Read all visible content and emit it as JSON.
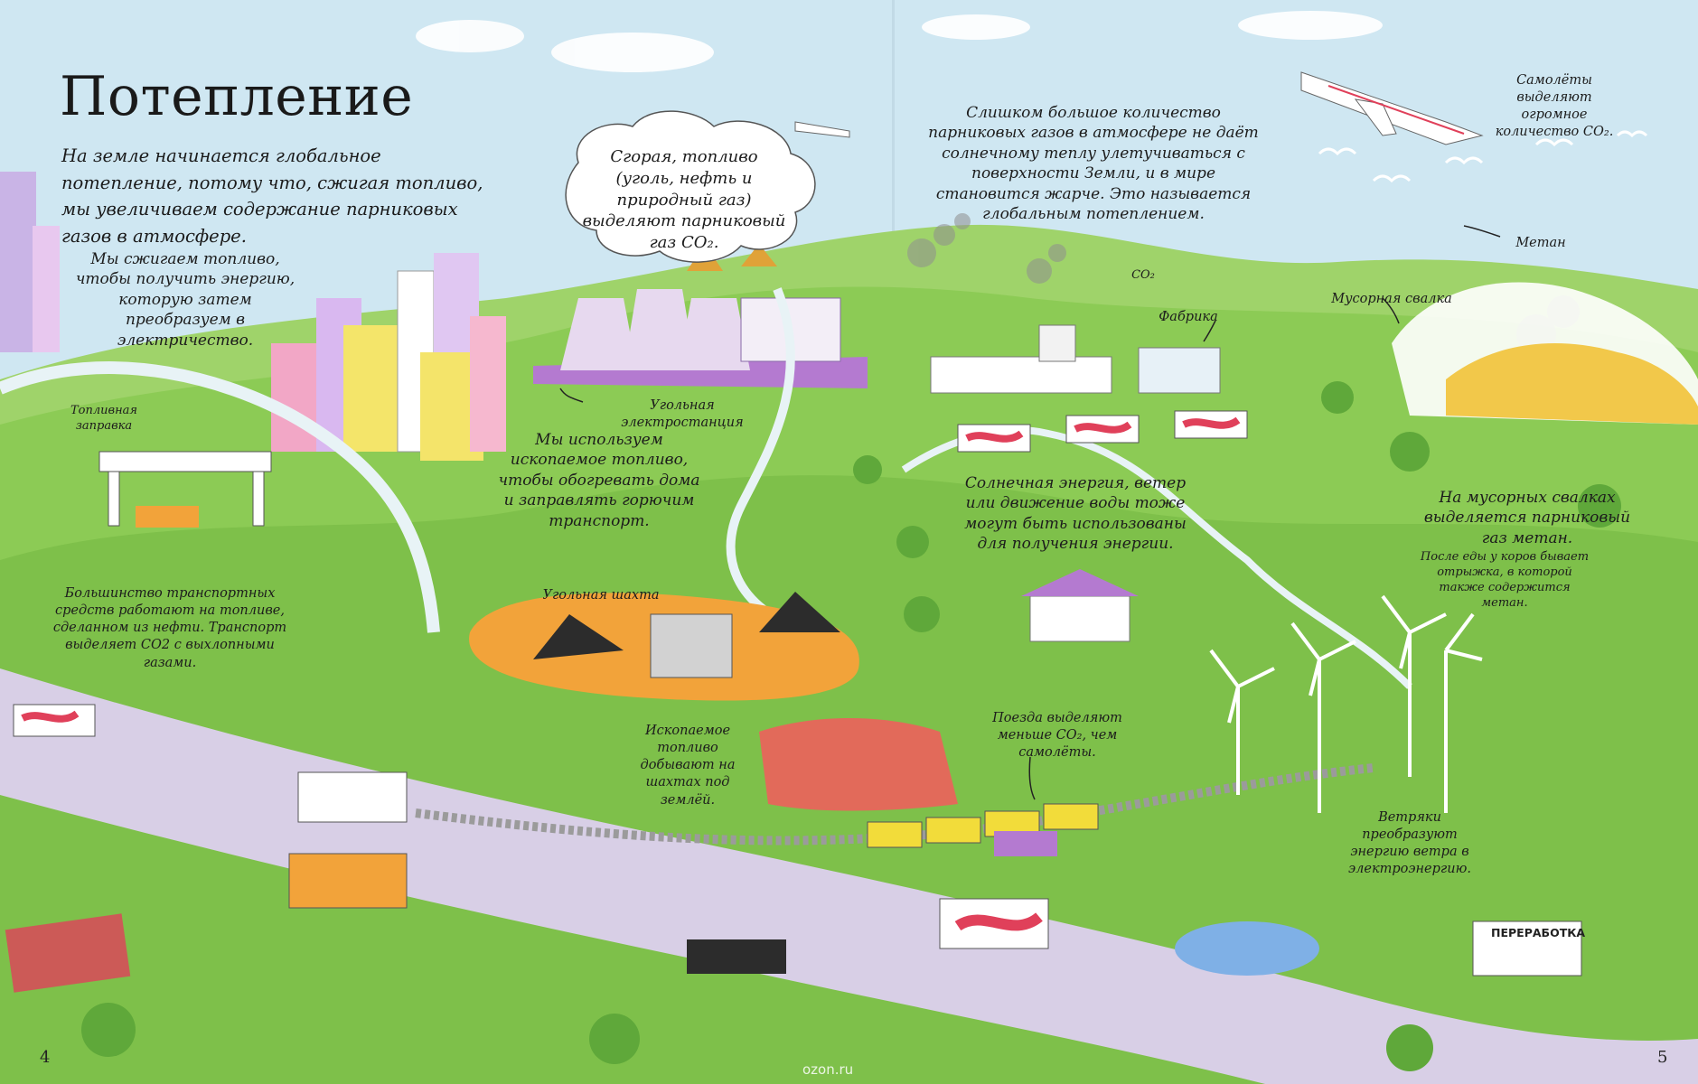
{
  "page": {
    "title": "Потепление",
    "intro": "На земле начинается глобальное потепление, потому что, сжигая топливо, мы увеличиваем содержание парниковых газов в атмосфере.",
    "page_left": "4",
    "page_right": "5",
    "watermark": "ozon.ru"
  },
  "labels": {
    "fuel_energy": "Мы сжигаем топливо, чтобы получить энергию, которую затем преобразуем в электричество.",
    "cloud_co2": "Сгорая, топливо (уголь, нефть и природный газ) выделяют парниковый газ CO₂.",
    "greenhouse": "Слишком большое количество парниковых газов в атмосфере не даёт солнечному теплу улетучиваться с поверхности Земли, и в мире становится жарче. Это называется глобальным потеплением.",
    "planes_co2": "Самолёты выделяют огромное количество CO₂.",
    "methane": "Метан",
    "landfill": "Мусорная свалка",
    "factory": "Фабрика",
    "co2_small": "CO₂",
    "coal_plant": "Угольная электростанция",
    "fuel_station": "Топливная заправка",
    "fossil_heat": "Мы используем ископаемое топливо, чтобы обогревать дома и заправлять горючим транспорт.",
    "renewables": "Солнечная энергия, ветер или движение воды тоже могут быть использованы для получения энергии.",
    "landfill_methane": "На мусорных свалках выделяется парниковый газ метан.",
    "cows_methane": "После еды у коров бывает отрыжка, в которой также содержится метан.",
    "transport_fuel": "Большинство транспортных средств работают на топливе, сделанном из нефти. Транспорт выделяет CO2 с выхлопными газами.",
    "coal_mine": "Угольная шахта",
    "fossil_mines": "Ископаемое топливо добывают на шахтах под землёй.",
    "trains_co2": "Поезда выделяют меньше CO₂, чем самолёты.",
    "wind_turbines": "Ветряки преобразуют энергию ветра в электроэнергию.",
    "recycling": "ПЕРЕРАБОТКА"
  },
  "colors": {
    "sky": "#cfe7f2",
    "grass": "#8ccb55",
    "grass_dark": "#5fa83a",
    "road": "#cfc6dd",
    "mine_orange": "#f2a33a",
    "plant_purple": "#b47ad0",
    "truck_red": "#e0405a",
    "train_yellow": "#f2dc3a"
  }
}
